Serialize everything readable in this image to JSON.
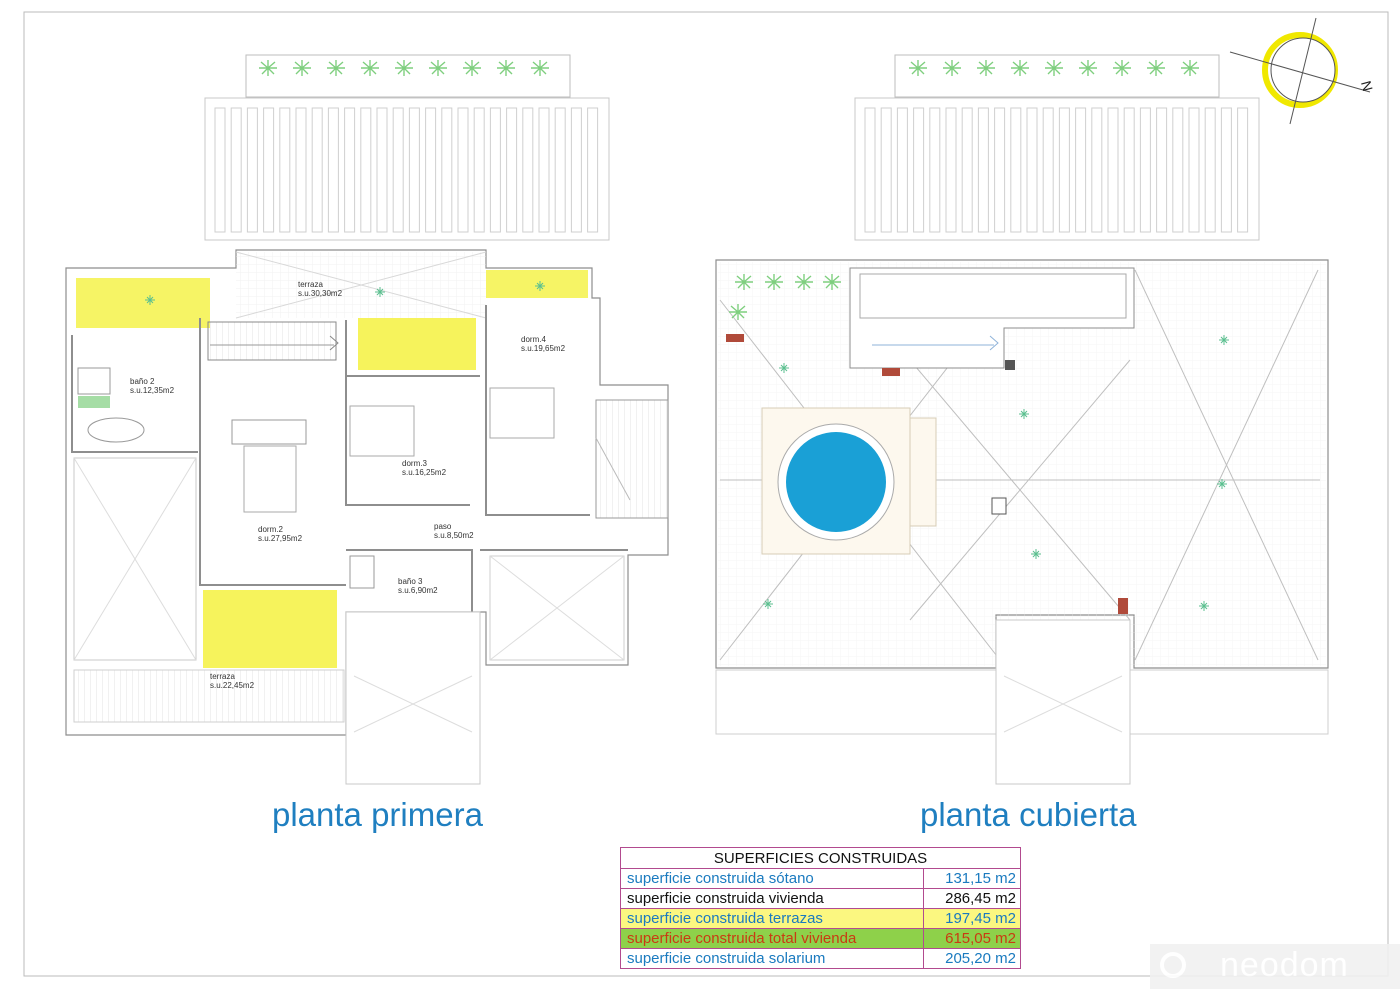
{
  "plans": {
    "first_floor": {
      "title": "planta primera",
      "rooms": [
        {
          "name": "terraza",
          "area": "s.u.30,30m2"
        },
        {
          "name": "dorm.4",
          "area": "s.u.19,65m2"
        },
        {
          "name": "baño 2",
          "area": "s.u.12,35m2"
        },
        {
          "name": "dorm.3",
          "area": "s.u.16,25m2"
        },
        {
          "name": "dorm.2",
          "area": "s.u.27,95m2"
        },
        {
          "name": "paso",
          "area": "s.u.8,50m2"
        },
        {
          "name": "baño 3",
          "area": "s.u.6,90m2"
        },
        {
          "name": "terraza",
          "area": "s.u.22,45m2"
        }
      ]
    },
    "roof": {
      "title": "planta cubierta"
    }
  },
  "compass": {
    "north_label": "N"
  },
  "surfaces_table": {
    "title": "SUPERFICIES CONSTRUIDAS",
    "rows": [
      {
        "label": "superficie construida sótano",
        "value": "131,15 m2",
        "style": "blue"
      },
      {
        "label": "superficie construida vivienda",
        "value": "286,45 m2",
        "style": "black"
      },
      {
        "label": "superficie construida terrazas",
        "value": "197,45 m2",
        "style": "yellow"
      },
      {
        "label": "superficie construida total vivienda",
        "value": "615,05 m2",
        "style": "green"
      },
      {
        "label": "superficie construida solarium",
        "value": "205,20 m2",
        "style": "blue"
      }
    ]
  },
  "watermark": {
    "text": "neodom"
  },
  "colors": {
    "terrace_fill": "#f5f24a",
    "pool": "#1aa0d6",
    "title": "#1f7fc0",
    "lines": "#9a9a9a",
    "plants": "#7fcf7f"
  }
}
